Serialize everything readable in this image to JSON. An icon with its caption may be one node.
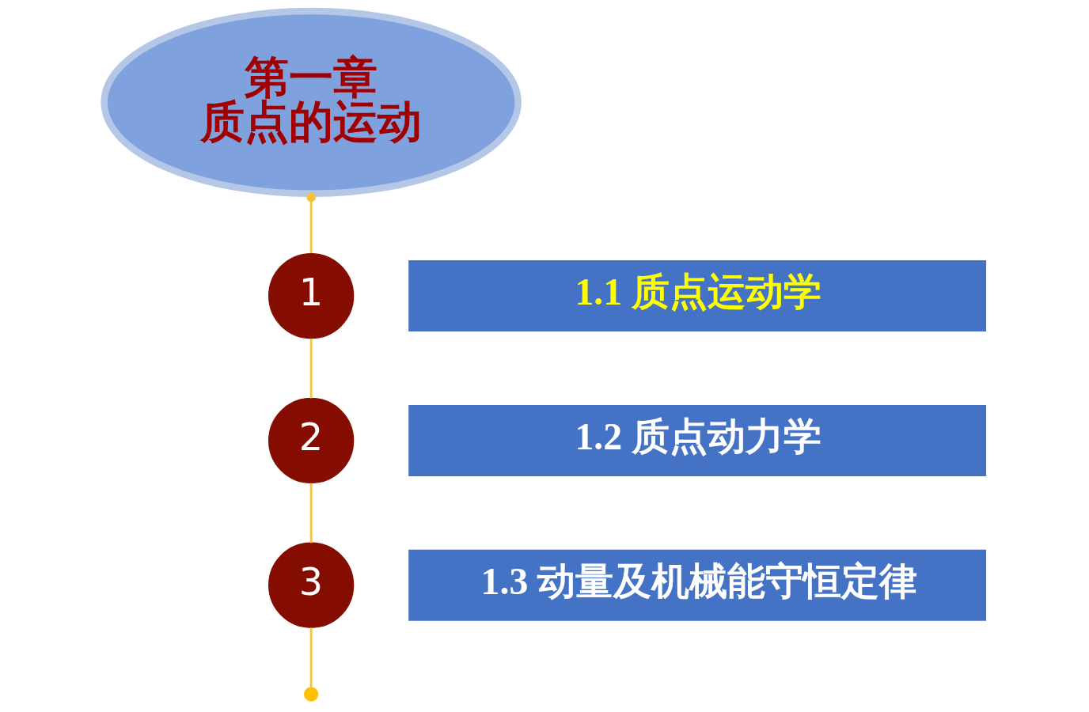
{
  "diagram": {
    "nodes": [
      {
        "text": [
          "第一章",
          "质点的运动"
        ]
      },
      {
        "text": [
          "1"
        ]
      },
      {
        "text": [
          "1.1 质点运动学"
        ]
      },
      {
        "text": [
          "2"
        ]
      },
      {
        "text": [
          "1.2 质点动力学"
        ]
      },
      {
        "text": [
          "3"
        ]
      },
      {
        "text": [
          "1.3 动量及机械能守恒定律"
        ]
      },
      {
        "text": [],
        "shape": "circle"
      }
    ],
    "edges": [
      {
        "from": 0,
        "to": 1,
        "arrow": "other"
      },
      {
        "from": 1,
        "to": 3,
        "arrow": "none"
      },
      {
        "from": 3,
        "to": 5,
        "arrow": "none"
      },
      {
        "from": 5,
        "to": 7,
        "arrow": "none"
      }
    ]
  }
}
